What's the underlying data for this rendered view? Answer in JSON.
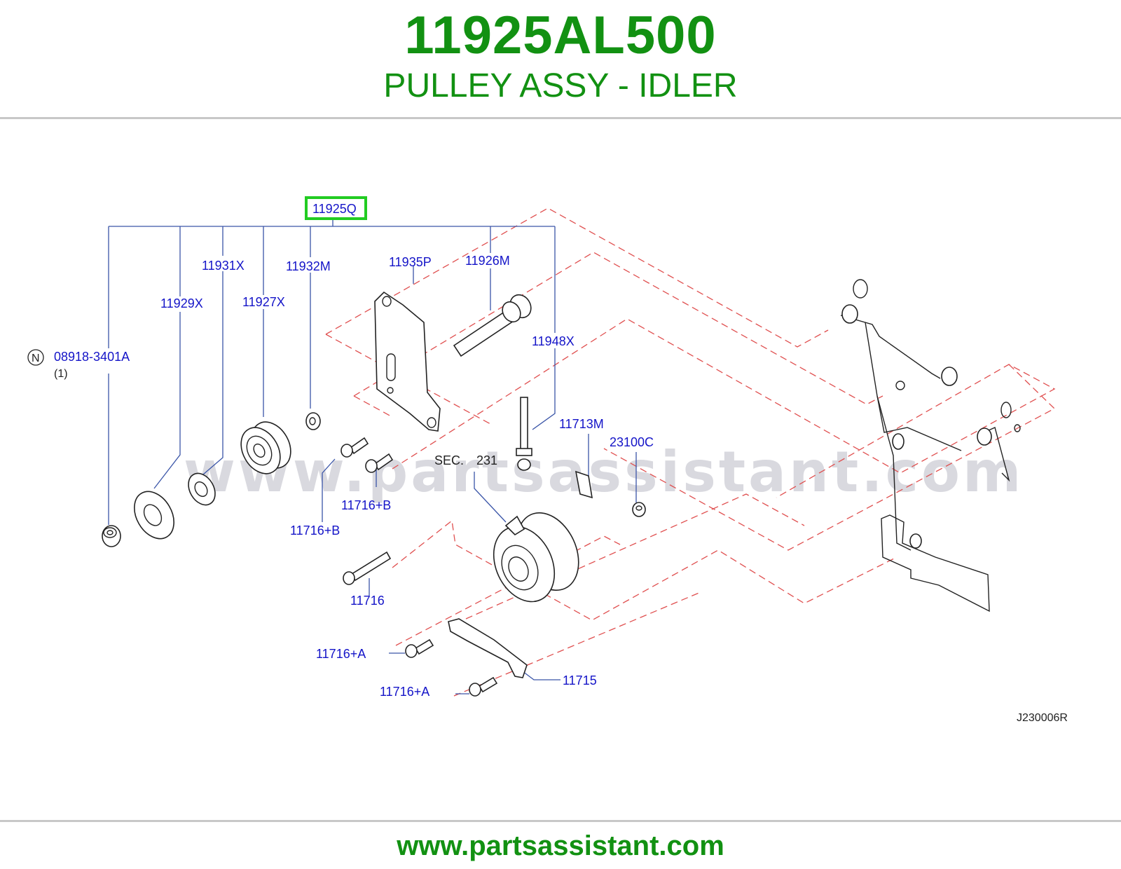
{
  "header": {
    "part_number": "11925AL500",
    "part_name": "PULLEY ASSY - IDLER"
  },
  "diagram": {
    "highlighted_callout": "11925Q",
    "callouts": {
      "c_11931X": "11931X",
      "c_11932M": "11932M",
      "c_11935P": "11935P",
      "c_11926M": "11926M",
      "c_11929X": "11929X",
      "c_11927X": "11927X",
      "c_11948X": "11948X",
      "c_08918": "08918-3401A",
      "c_qty": "(1)",
      "c_N": "N",
      "c_11713M": "11713M",
      "c_23100C": "23100C",
      "c_sec": "SEC.",
      "c_231": "231",
      "c_11716B_a": "11716+B",
      "c_11716B_b": "11716+B",
      "c_11716": "11716",
      "c_11716A_a": "11716+A",
      "c_11716A_b": "11716+A",
      "c_11715": "11715"
    },
    "diagram_code": "J230006R",
    "watermark": "www.partsassistant.com"
  },
  "footer": {
    "url": "www.partsassistant.com"
  },
  "colors": {
    "brand_green": "#129112",
    "callout_blue": "#1414c8",
    "highlight_box": "#22cc22",
    "dashed_red": "#e05050"
  }
}
